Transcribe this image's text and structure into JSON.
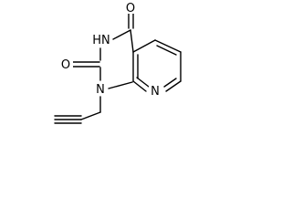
{
  "molecule": {
    "atoms": {
      "O_top": "O",
      "NH": "HN",
      "O_left": "O",
      "N1": "N",
      "N8": "N"
    }
  },
  "colors": {
    "bond": "#000000",
    "label": "#000000",
    "background": "#ffffff"
  }
}
